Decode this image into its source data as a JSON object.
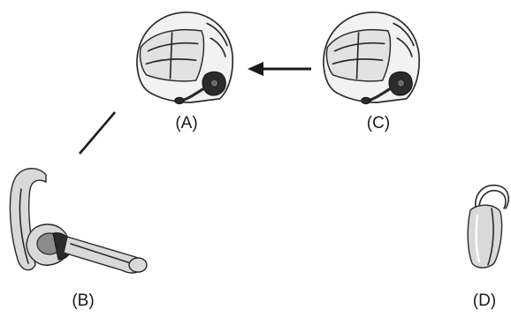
{
  "diagram": {
    "nodes": [
      {
        "id": "A",
        "label": "(A)",
        "device": "helmet-headset"
      },
      {
        "id": "B",
        "label": "(B)",
        "device": "bluetooth-earpiece"
      },
      {
        "id": "C",
        "label": "(C)",
        "device": "helmet-headset"
      },
      {
        "id": "D",
        "label": "(D)",
        "device": "bluetooth-earpiece"
      }
    ],
    "connections": [
      {
        "from": "C",
        "to": "A",
        "style": "arrow"
      },
      {
        "from": "A",
        "to": "B",
        "style": "line"
      }
    ]
  }
}
